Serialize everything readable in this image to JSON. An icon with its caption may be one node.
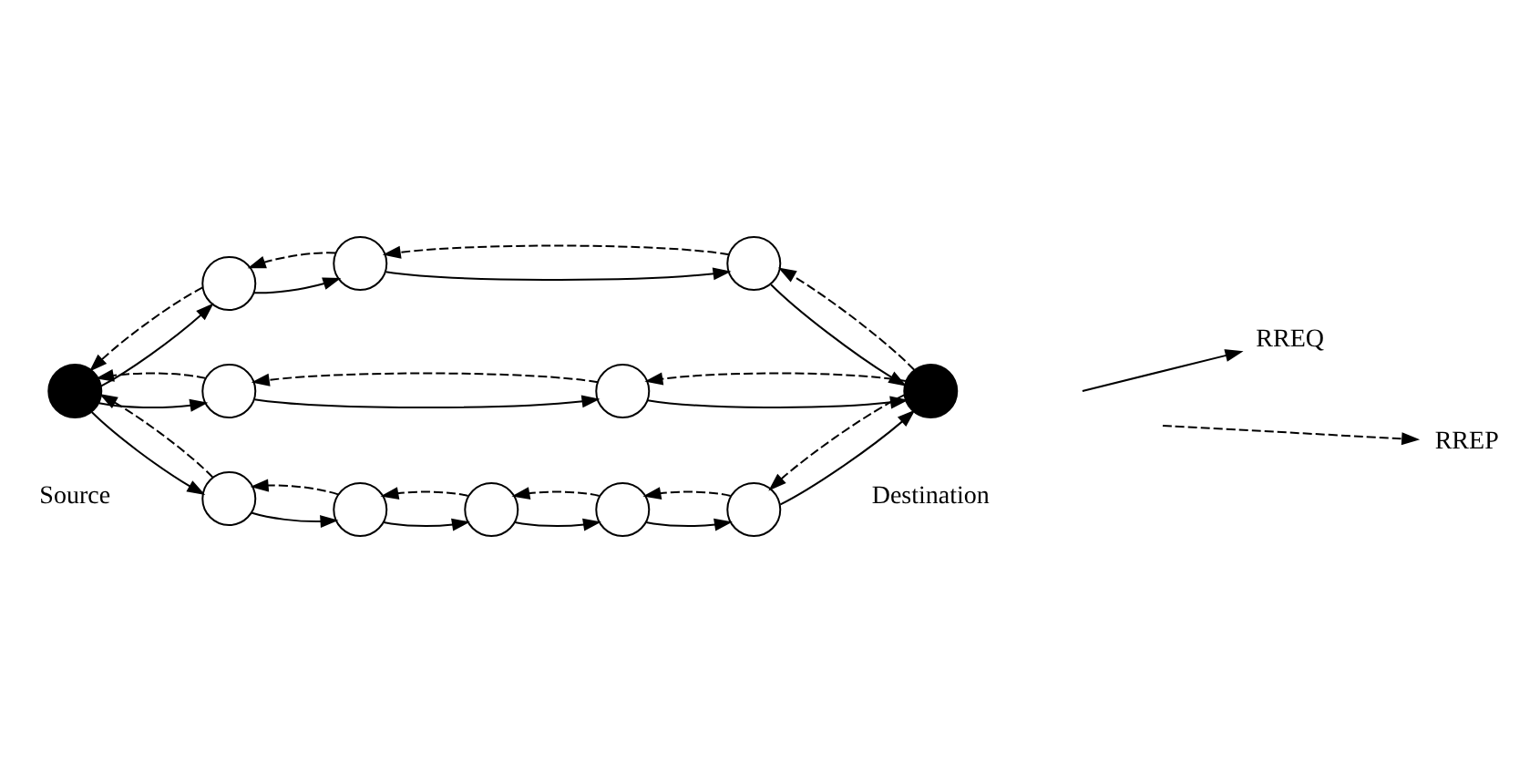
{
  "diagram": {
    "nodes": [
      {
        "text": [],
        "shape": "circle"
      },
      {
        "text": [],
        "shape": "circle"
      },
      {
        "text": [],
        "shape": "circle"
      },
      {
        "text": [],
        "shape": "circle",
        "beside": [
          "Source"
        ]
      },
      {
        "text": [],
        "shape": "circle",
        "beside": [
          "Destination"
        ]
      },
      {
        "text": [],
        "shape": "circle"
      },
      {
        "text": [],
        "shape": "circle"
      },
      {
        "text": [],
        "shape": "circle"
      },
      {
        "text": [],
        "shape": "circle"
      },
      {
        "text": [],
        "shape": "circle"
      },
      {
        "text": [],
        "shape": "circle"
      },
      {
        "text": [],
        "shape": "circle"
      }
    ],
    "edges": [
      {
        "from": 3,
        "to": 0,
        "arrow": "to"
      },
      {
        "from": 0,
        "to": 1,
        "arrow": "to"
      },
      {
        "from": 1,
        "to": 2,
        "arrow": "to"
      },
      {
        "from": 2,
        "to": 4,
        "arrow": "to"
      },
      {
        "from": 3,
        "to": 5,
        "arrow": "to"
      },
      {
        "from": 5,
        "to": 6,
        "arrow": "to"
      },
      {
        "from": 6,
        "to": 4,
        "arrow": "to"
      },
      {
        "from": 3,
        "to": 7,
        "arrow": "to"
      },
      {
        "from": 7,
        "to": 8,
        "arrow": "to"
      },
      {
        "from": 8,
        "to": 9,
        "arrow": "to"
      },
      {
        "from": 9,
        "to": 10,
        "arrow": "to"
      },
      {
        "from": 10,
        "to": 11,
        "arrow": "to"
      },
      {
        "from": 11,
        "to": 4,
        "arrow": "to"
      },
      {
        "from": 0,
        "to": 3,
        "arrow": "to",
        "style": "dashed"
      },
      {
        "from": 1,
        "to": 0,
        "arrow": "to",
        "style": "dashed"
      },
      {
        "from": 2,
        "to": 1,
        "arrow": "to",
        "style": "dashed"
      },
      {
        "from": 4,
        "to": 2,
        "arrow": "to",
        "style": "dashed"
      },
      {
        "from": 4,
        "to": 6,
        "arrow": "to",
        "style": "dashed"
      },
      {
        "from": 6,
        "to": 5,
        "arrow": "to",
        "style": "dashed"
      },
      {
        "from": 5,
        "to": 3,
        "arrow": "to",
        "style": "dashed"
      },
      {
        "from": 4,
        "to": 11,
        "arrow": "to",
        "style": "dashed"
      },
      {
        "from": 11,
        "to": 10,
        "arrow": "to",
        "style": "dashed"
      },
      {
        "from": 10,
        "to": 9,
        "arrow": "to",
        "style": "dashed"
      },
      {
        "from": 9,
        "to": 8,
        "arrow": "to",
        "style": "dashed"
      },
      {
        "from": 8,
        "to": 7,
        "arrow": "to",
        "style": "dashed"
      },
      {
        "from": 7,
        "to": 3,
        "arrow": "to",
        "style": "dashed"
      }
    ],
    "legend": [
      {
        "text": "RREQ"
      },
      {
        "text": "RREP"
      }
    ]
  }
}
